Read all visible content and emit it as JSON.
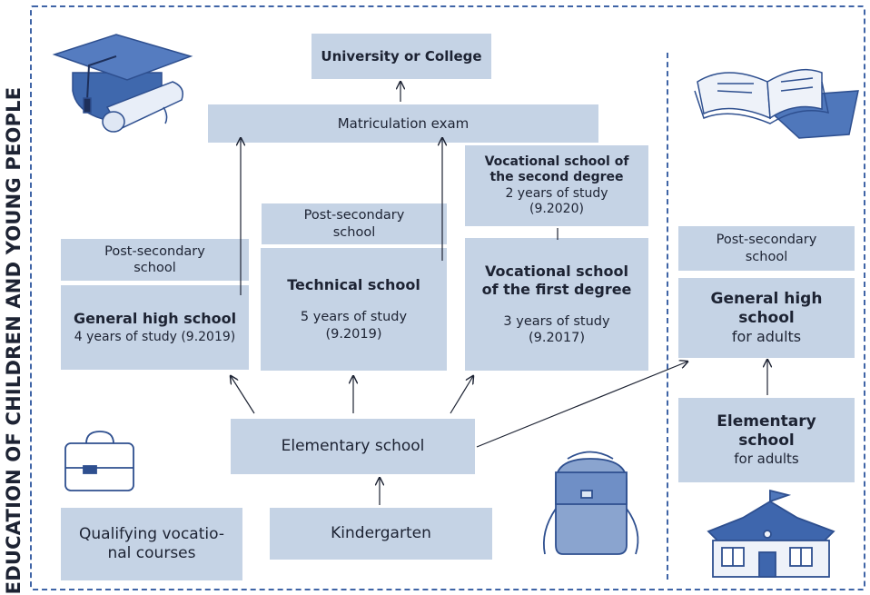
{
  "side_title": "EDUCATION OF CHILDREN AND YOUNG PEOPLE",
  "nodes": {
    "university": {
      "title": "University or College"
    },
    "matriculation": {
      "title": "Matriculation exam"
    },
    "postsec_left": {
      "line1": "Post-secondary",
      "line2": "school"
    },
    "general_hs": {
      "title": "General high school",
      "detail": "4 years of study (9.2019)"
    },
    "postsec_middle": {
      "line1": "Post-secondary",
      "line2": "school"
    },
    "technical": {
      "title": "Technical school",
      "detail1": "5 years of study",
      "detail2": "(9.2019)"
    },
    "voc_second": {
      "title1": "Vocational school of",
      "title2": "the second degree",
      "detail1": "2 years of study",
      "detail2": "(9.2020)"
    },
    "voc_first": {
      "title1": "Vocational school",
      "title2": "of the first degree",
      "detail1": "3 years of study",
      "detail2": "(9.2017)"
    },
    "elementary": {
      "title": "Elementary school"
    },
    "kindergarten": {
      "title": "Kindergarten"
    },
    "qualifying": {
      "line1": "Qualifying vocatio-",
      "line2": "nal courses"
    },
    "postsec_adult": {
      "line1": "Post-secondary",
      "line2": "school"
    },
    "general_hs_adults": {
      "title1": "General high",
      "title2": "school",
      "detail": "for adults"
    },
    "elementary_adults": {
      "title1": "Elementary",
      "title2": "school",
      "detail": "for adults"
    }
  },
  "illustrations": [
    "graduation-cap-icon",
    "diploma-icon",
    "open-books-icon",
    "briefcase-icon",
    "backpack-icon",
    "school-building-icon"
  ],
  "colors": {
    "box_fill": "#c5d3e5",
    "frame": "#3f64a6",
    "ink": "#1d2333",
    "illustration": "#4a72b8"
  }
}
